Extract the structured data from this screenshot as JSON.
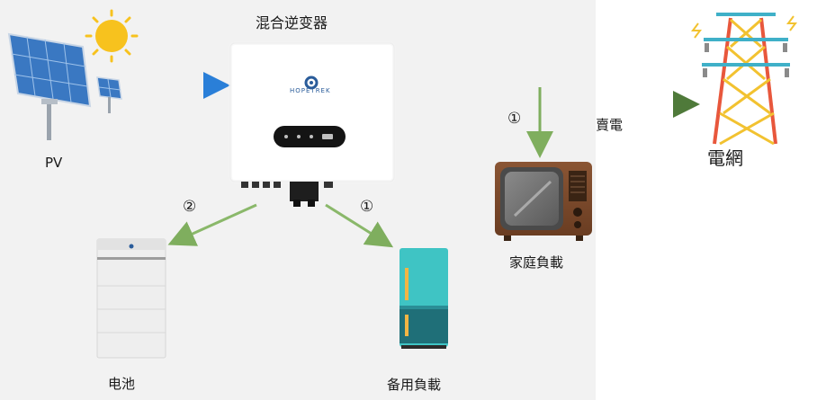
{
  "labels": {
    "inverter": "混合逆变器",
    "pv": "PV",
    "grid": "電網",
    "sell": "賣電",
    "home_load": "家庭負載",
    "battery": "电池",
    "backup_load": "备用負載"
  },
  "inverter_brand": "HOPETREK",
  "markers": {
    "home": "①",
    "battery": "②",
    "backup": "①"
  },
  "colors": {
    "blue_flow": "#2a7fd8",
    "green_flow": "#7fae5e",
    "dark_green_flow": "#4f7a3a",
    "tower_red": "#e8573c",
    "tower_yellow": "#f2c230",
    "tv_wood": "#7a4a2e",
    "fridge_teal": "#3fc4c4",
    "sun": "#f7c21e"
  }
}
